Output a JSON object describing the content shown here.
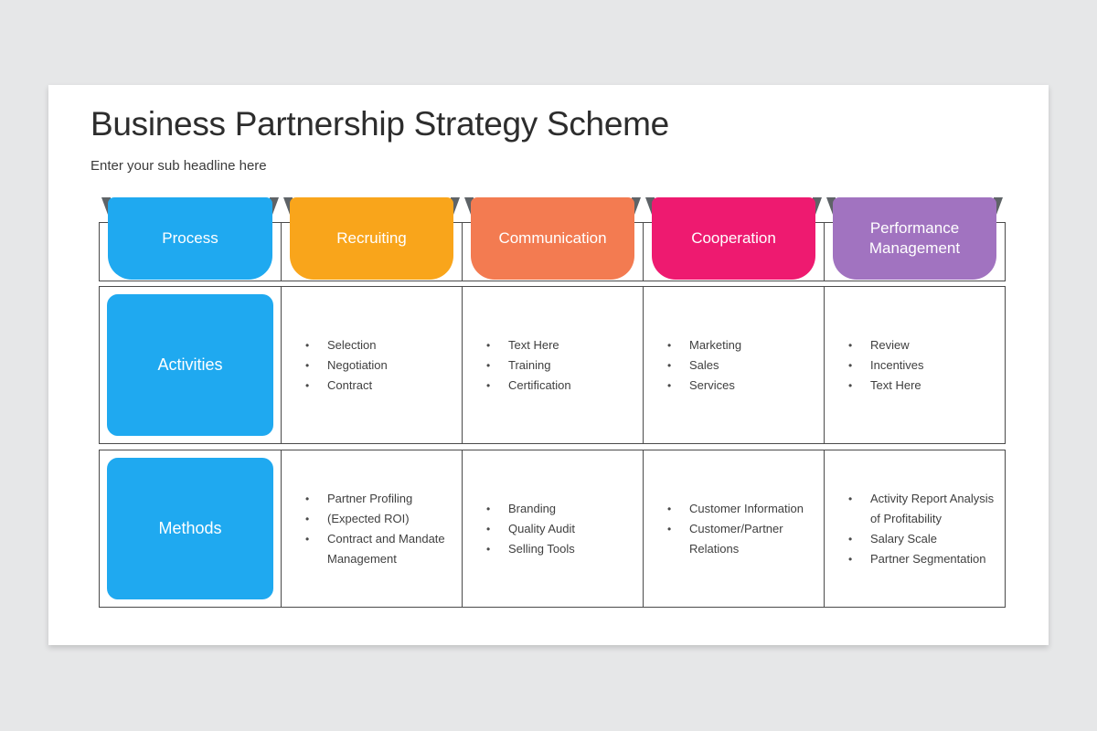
{
  "page": {
    "background": "#e6e7e8",
    "card_background": "#ffffff",
    "border_color": "#4a4a4a"
  },
  "header": {
    "title": "Business Partnership Strategy Scheme",
    "subtitle": "Enter your sub headline here"
  },
  "table": {
    "bullet": "•",
    "fold_color": "#5e6367",
    "row_label_color": "#1fa9f0",
    "columns": [
      {
        "label": "Process",
        "color": "#1fa9f0"
      },
      {
        "label": "Recruiting",
        "color": "#f9a51b"
      },
      {
        "label": "Communication",
        "color": "#f37b51"
      },
      {
        "label": "Cooperation",
        "color": "#ee1a70"
      },
      {
        "label": "Performance Management",
        "color": "#a173c0"
      }
    ],
    "rows": [
      {
        "label": "Activities",
        "cells": [
          [
            "Selection",
            "Negotiation",
            "Contract"
          ],
          [
            "Text Here",
            "Training",
            "Certification"
          ],
          [
            "Marketing",
            "Sales",
            "Services"
          ],
          [
            "Review",
            "Incentives",
            "Text Here"
          ]
        ]
      },
      {
        "label": "Methods",
        "cells": [
          [
            "Partner Profiling",
            "(Expected ROI)",
            "Contract and Mandate Management"
          ],
          [
            "Branding",
            "Quality Audit",
            "Selling Tools"
          ],
          [
            "Customer Information",
            "Customer/Partner Relations"
          ],
          [
            "Activity Report Analysis of Profitability",
            "Salary Scale",
            "Partner Segmentation"
          ]
        ]
      }
    ]
  }
}
